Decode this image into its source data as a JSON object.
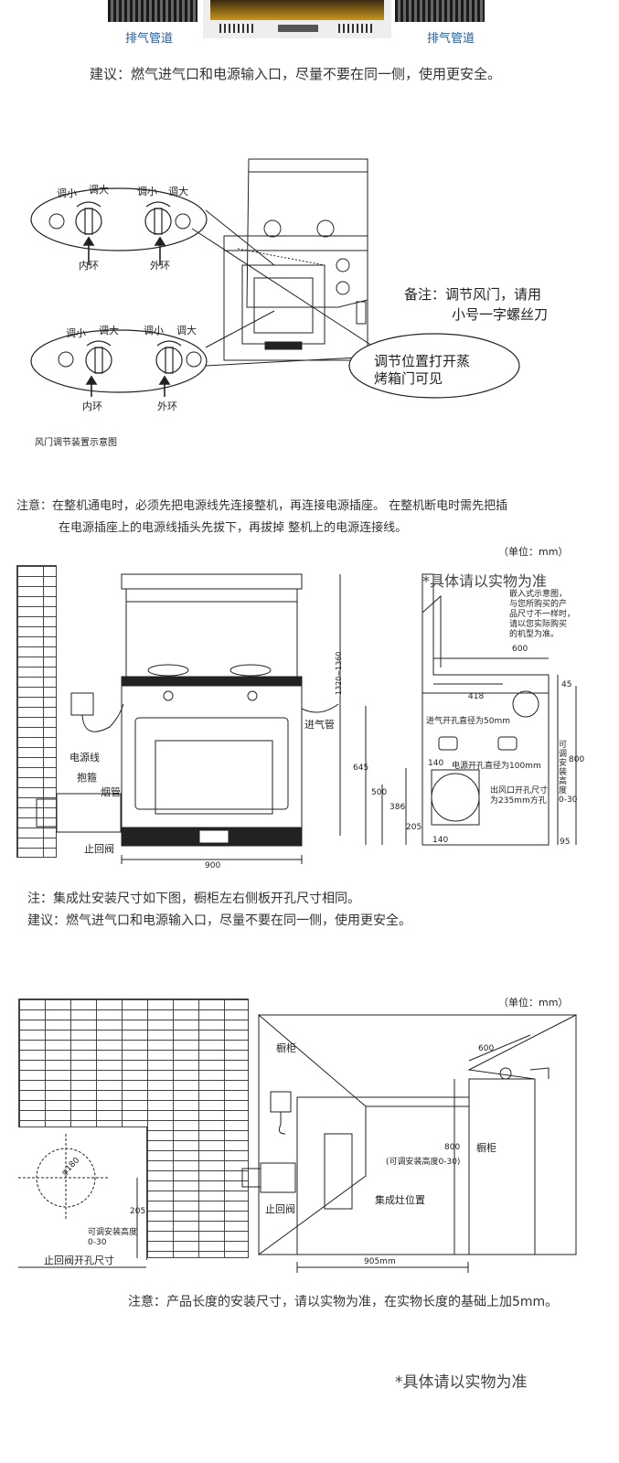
{
  "top": {
    "duct_left": "排气管道",
    "duct_right": "排气管道",
    "advice": "建议：燃气进气口和电源输入口，尽量不要在同一侧，使用更安全。"
  },
  "damper": {
    "left_top": {
      "small": "调小",
      "large": "调大"
    },
    "right_top": {
      "small": "调小",
      "large": "调大"
    },
    "inner_top": "内环",
    "outer_top": "外环",
    "left_bottom": {
      "small": "调小",
      "large": "调大"
    },
    "right_bottom": {
      "small": "调小",
      "large": "调大"
    },
    "inner_bottom": "内环",
    "outer_bottom": "外环",
    "note_line1": "备注：调节风门，请用",
    "note_line2": "小号一字螺丝刀",
    "bubble_line1": "调节位置打开蒸",
    "bubble_line2": "烤箱门可见",
    "caption": "风门调节装置示意图"
  },
  "warning": {
    "line1": "注意：在整机通电时，必须先把电源线先连接整机，再连接电源插座。     在整机断电时需先把插",
    "line2": "在电源插座上的电源线插头先拔下，再拔掉 整机上的电源连接线。"
  },
  "install1": {
    "unit": "（单位：mm）",
    "watermark": "*具体请以实物为准",
    "disclaimer": "嵌入式示意图，\n与您所购买的产\n品尺寸不一样时，\n请以您实际购买\n的机型为准。",
    "gas_pipe": "进气管",
    "power_cord": "电源线",
    "clamp": "抱箍",
    "flue": "烟管",
    "check_valve": "止回阀",
    "width_900": "900",
    "height_range": "1320~1360",
    "dim_600": "600",
    "dim_418": "418",
    "dim_45": "45",
    "gas_hole": "进气开孔直径为50mm",
    "power_hole": "电源开孔直径为100mm",
    "outlet_hole": "出风口开孔尺寸\n为235mm方孔",
    "dim_645": "645",
    "dim_500": "500",
    "dim_386": "386",
    "dim_205": "205",
    "dim_140a": "140",
    "dim_140b": "140",
    "dim_800": "800",
    "adjust_height": "可\n调\n安\n装\n高\n度\n0-30",
    "dim_95": "95"
  },
  "notes2": {
    "line1": "注：集成灶安装尺寸如下图，橱柜左右侧板开孔尺寸相同。",
    "line2": "建议：燃气进气口和电源输入口，尽量不要在同一侧，使用更安全。"
  },
  "install2": {
    "unit": "（单位：mm）",
    "diameter": "φ180",
    "dim_205": "205",
    "adjustable": "可调安装高度\n0-30",
    "valve_hole": "止回阀开孔尺寸",
    "cabinet_left": "橱柜",
    "cabinet_right": "橱柜",
    "check_valve": "止回阀",
    "stove_position": "集成灶位置",
    "dim_600": "600",
    "dim_800": "800",
    "dim_800_note": "(可调安装高度0-30)",
    "dim_905": "905mm",
    "note": "注意：产品长度的安装尺寸，请以实物为准，在实物长度的基础上加5mm。"
  },
  "footer": "*具体请以实物为准"
}
